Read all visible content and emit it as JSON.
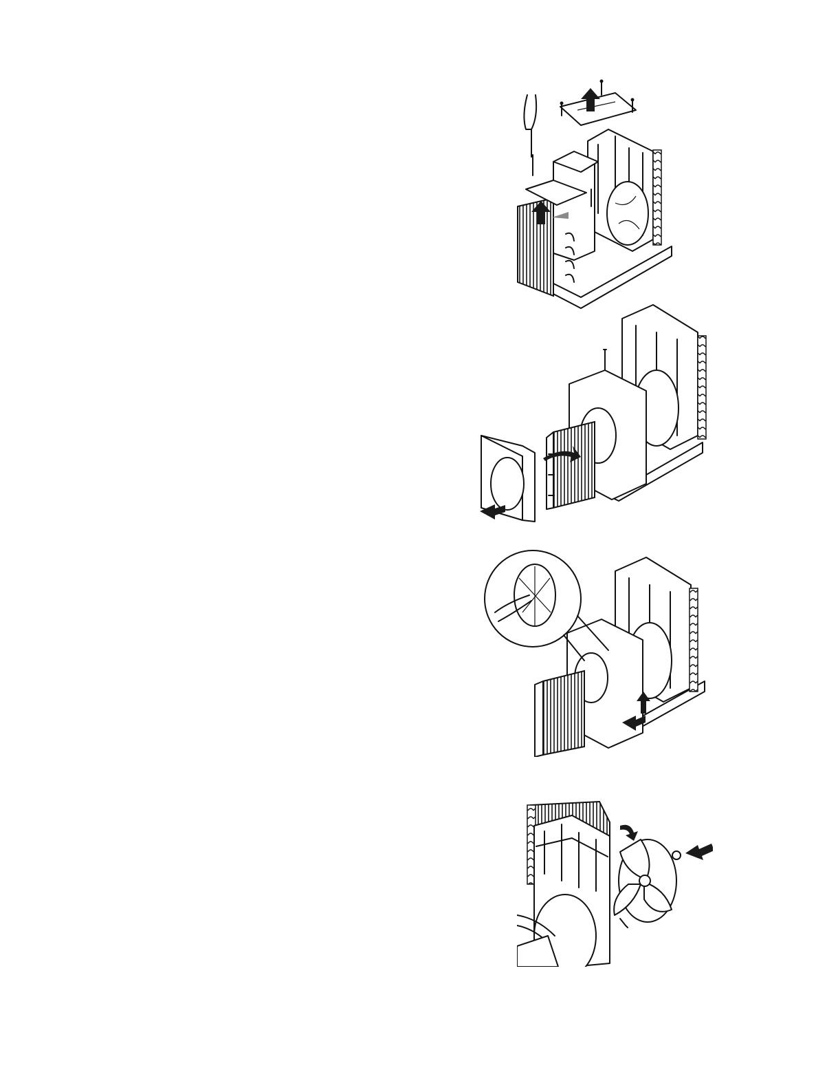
{
  "page": {
    "background": "#ffffff",
    "line_color": "#111111"
  },
  "figures": [
    {
      "id": "step-1",
      "icon": "remove-top-brackets-illustration"
    },
    {
      "id": "step-2",
      "icon": "remove-front-shroud-illustration"
    },
    {
      "id": "step-3",
      "icon": "remove-blower-wheel-illustration"
    },
    {
      "id": "step-4",
      "icon": "remove-fan-blade-illustration"
    }
  ]
}
